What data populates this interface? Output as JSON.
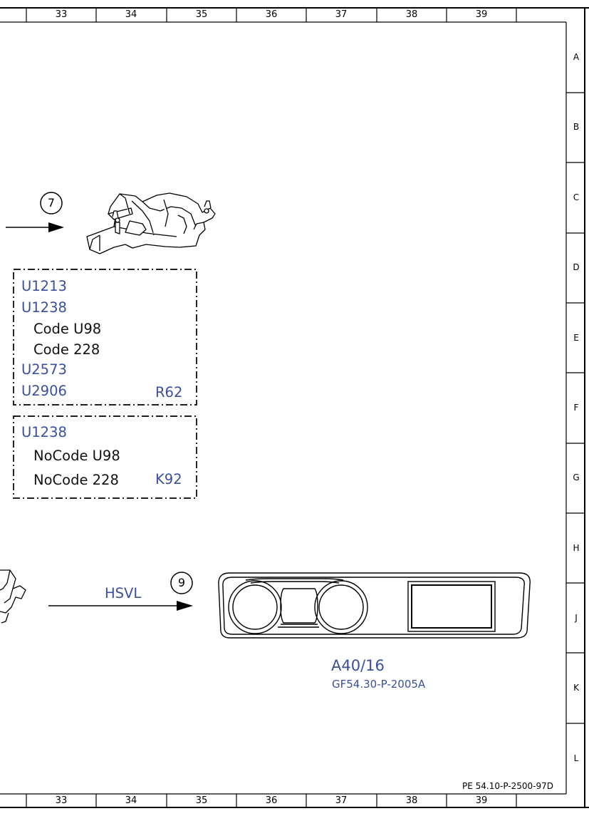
{
  "grid": {
    "columns": [
      "33",
      "34",
      "35",
      "36",
      "37",
      "38",
      "39"
    ],
    "rows": [
      "A",
      "B",
      "C",
      "D",
      "E",
      "F",
      "G",
      "H",
      "J",
      "K",
      "L"
    ]
  },
  "callouts": {
    "upper": "7",
    "lower": "9"
  },
  "box_r62": {
    "lines": [
      "U1213",
      "U1238",
      "Code U98",
      "Code 228",
      "U2573",
      "U2906"
    ],
    "tag": "R62"
  },
  "box_k92": {
    "lines": [
      "U1238",
      "NoCode U98",
      "NoCode 228"
    ],
    "tag": "K92"
  },
  "signal_label": "HSVL",
  "component": {
    "id": "A40/16",
    "ref": "GF54.30-P-2005A"
  },
  "drawing_number": "PE 54.10-P-2500-97D",
  "colors": {
    "blue_text": "#3a4f9e",
    "line": "#000000"
  }
}
